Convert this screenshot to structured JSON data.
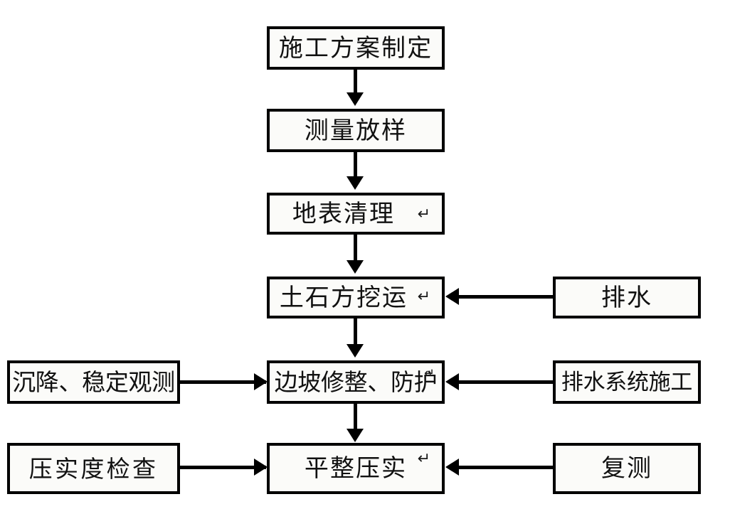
{
  "diagram": {
    "type": "flowchart",
    "title": "",
    "orientation": "top-to-bottom with lateral inputs",
    "colors": {
      "stroke": "#000000",
      "fill": "#fbfbf9",
      "text": "#111111",
      "background": "#ffffff"
    },
    "glyphs": {
      "return_mark": "↵"
    },
    "nodes": [
      {
        "id": "n1",
        "label": "施工方案制定",
        "column": "center",
        "row": 1,
        "has_return_mark": false
      },
      {
        "id": "n2",
        "label": "测量放样",
        "column": "center",
        "row": 2,
        "has_return_mark": false
      },
      {
        "id": "n3",
        "label": "地表清理",
        "column": "center",
        "row": 3,
        "has_return_mark": true
      },
      {
        "id": "n4",
        "label": "土石方挖运",
        "column": "center",
        "row": 4,
        "has_return_mark": true
      },
      {
        "id": "n5",
        "label": "边坡修整、防护",
        "column": "center",
        "row": 5,
        "has_return_mark": true
      },
      {
        "id": "n6",
        "label": "平整压实",
        "column": "center",
        "row": 6,
        "has_return_mark": true
      },
      {
        "id": "r4",
        "label": "排水",
        "column": "right",
        "row": 4,
        "has_return_mark": false
      },
      {
        "id": "r5",
        "label": "排水系统施工",
        "column": "right",
        "row": 5,
        "has_return_mark": false
      },
      {
        "id": "r6",
        "label": "复测",
        "column": "right",
        "row": 6,
        "has_return_mark": false
      },
      {
        "id": "l5",
        "label": "沉降、稳定观测",
        "column": "left",
        "row": 5,
        "has_return_mark": false
      },
      {
        "id": "l6",
        "label": "压实度检查",
        "column": "left",
        "row": 6,
        "has_return_mark": false
      }
    ],
    "edges": [
      {
        "from": "n1",
        "to": "n2",
        "direction": "down"
      },
      {
        "from": "n2",
        "to": "n3",
        "direction": "down"
      },
      {
        "from": "n3",
        "to": "n4",
        "direction": "down"
      },
      {
        "from": "n4",
        "to": "n5",
        "direction": "down"
      },
      {
        "from": "n5",
        "to": "n6",
        "direction": "down"
      },
      {
        "from": "r4",
        "to": "n4",
        "direction": "left"
      },
      {
        "from": "r5",
        "to": "n5",
        "direction": "left"
      },
      {
        "from": "r6",
        "to": "n6",
        "direction": "left"
      },
      {
        "from": "l5",
        "to": "n5",
        "direction": "right"
      },
      {
        "from": "l6",
        "to": "n6",
        "direction": "right"
      }
    ]
  }
}
